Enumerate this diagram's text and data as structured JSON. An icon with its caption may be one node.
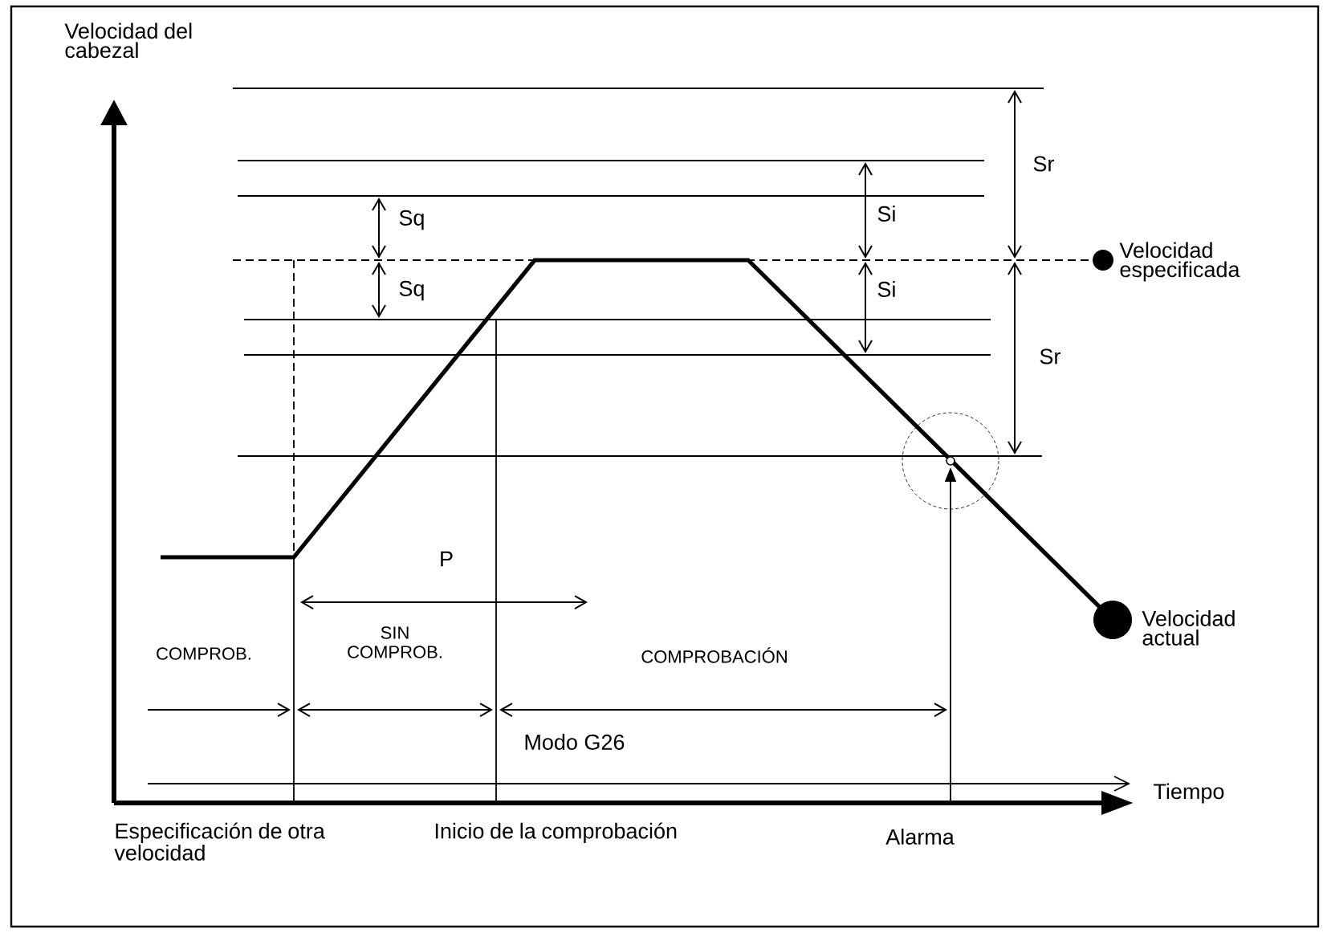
{
  "diagram": {
    "labels": [
      "Velocidad del cabezal",
      "Sr",
      "Si",
      "Sq",
      "Sq",
      "Si",
      "Velocidad especificada",
      "Sr",
      "P",
      "Velocidad actual",
      "COMPROB.",
      "SIN COMPROB.",
      "COMPROBACIÓN",
      "Modo G26",
      "Tiempo",
      "Especificación de otra velocidad",
      "Inicio de la comprobación",
      "Alarma"
    ]
  }
}
